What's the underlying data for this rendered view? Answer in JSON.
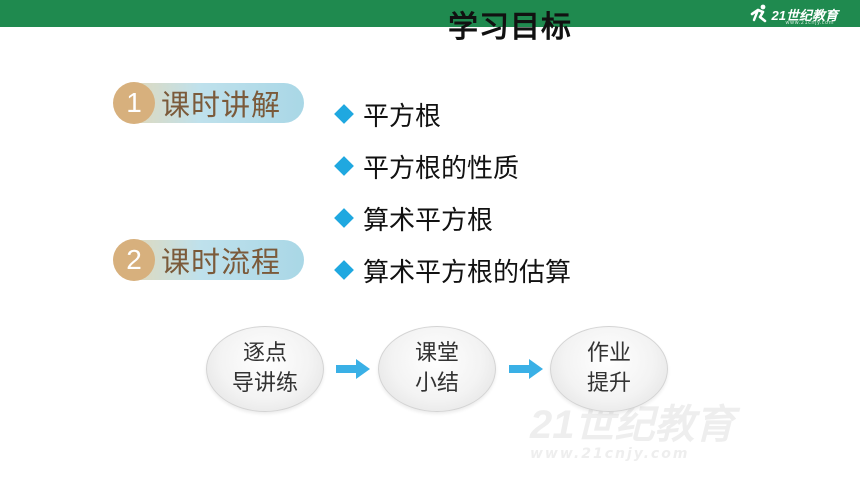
{
  "header": {
    "title": "学习目标",
    "logo_text": "21世纪教育",
    "logo_sub": "www.21cnjy.com"
  },
  "sections": [
    {
      "number": "1",
      "label": "课时讲解"
    },
    {
      "number": "2",
      "label": "课时流程"
    }
  ],
  "topics": [
    "平方根",
    "平方根的性质",
    "算术平方根",
    "算术平方根的估算"
  ],
  "flow": [
    {
      "label": "逐点\n导讲练"
    },
    {
      "label": "课堂\n小结"
    },
    {
      "label": "作业\n提升"
    }
  ],
  "watermark": {
    "text": "21世纪教育",
    "sub": "www.21cnjy.com"
  },
  "colors": {
    "header_bar": "#1f8a4f",
    "bullet": "#1fa8e0",
    "badge": "#d7b07d",
    "arrow": "#3ab0e6"
  }
}
